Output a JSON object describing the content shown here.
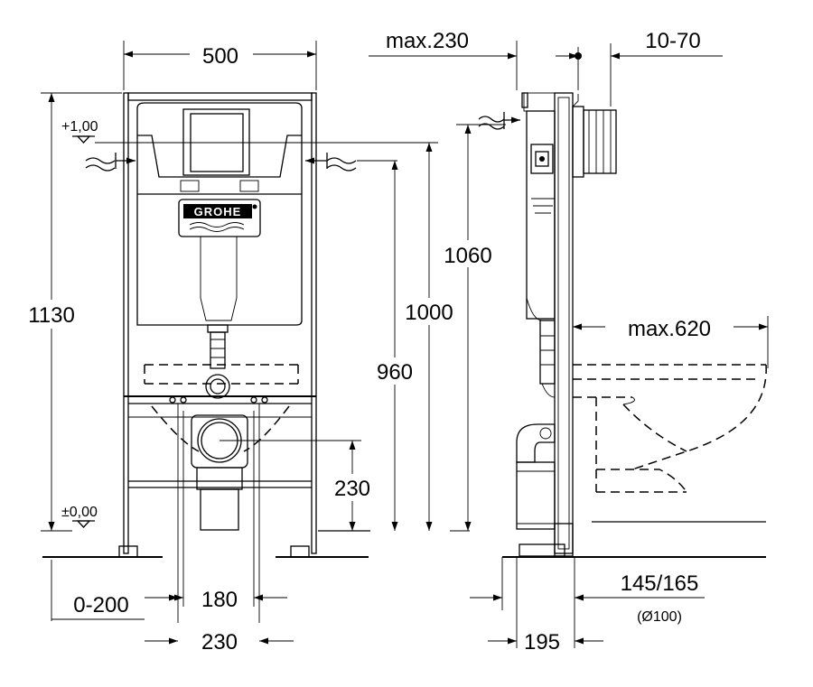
{
  "brand": {
    "logo_text": "GROHE"
  },
  "front_view": {
    "level_top": "+1,00",
    "level_floor": "±0,00",
    "width_top": "500",
    "height_total": "1130",
    "height_1000": "1000",
    "height_960": "960",
    "height_1060": "1060",
    "height_230": "230",
    "offset_0_200": "0-200",
    "width_180": "180",
    "width_230": "230"
  },
  "side_view": {
    "max_230": "max.230",
    "range_10_70": "10-70",
    "max_620": "max.620",
    "dim_145_165": "145/165",
    "pipe_diameter": "(Ø100)",
    "depth_195": "195"
  }
}
